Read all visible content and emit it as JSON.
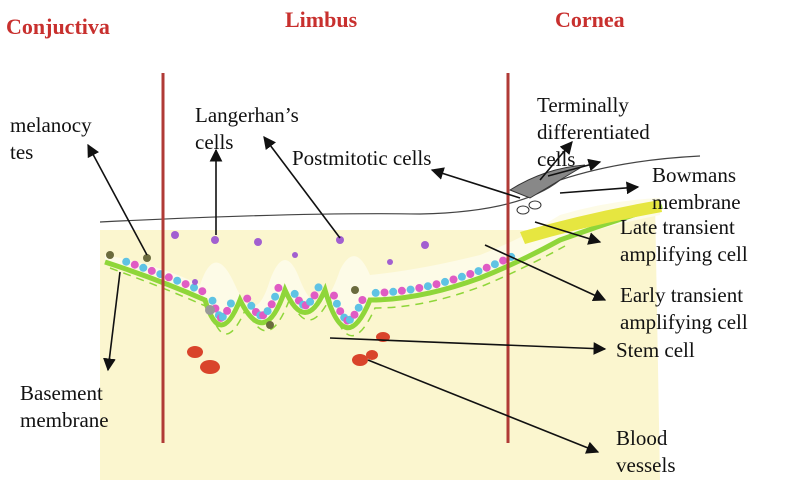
{
  "regions": {
    "conjunctiva": "Conjuctiva",
    "limbus": "Limbus",
    "cornea": "Cornea"
  },
  "labels": {
    "melanocytes": [
      "melanocy",
      "tes"
    ],
    "langerhans": [
      "Langerhan’s",
      "cells"
    ],
    "postmitotic": "Postmitotic cells",
    "terminally": [
      "Terminally",
      "differentiated",
      "cells"
    ],
    "bowmans": [
      "Bowmans",
      "membrane"
    ],
    "late_transient": [
      "Late transient",
      "amplifying cell"
    ],
    "early_transient": [
      "Early transient",
      "amplifying cell"
    ],
    "stem_cell": "Stem cell",
    "basement": [
      "Basement",
      "membrane"
    ],
    "blood_vessels": [
      "Blood",
      "vessels"
    ]
  },
  "colors": {
    "region_title": "#c8302e",
    "divider": "#b03a36",
    "stroma": "#fbf6cf",
    "basement_membrane": "#8fd63a",
    "bowmans_membrane": "#e6e640",
    "basal_cell_blue": "#5fc3e4",
    "basal_cell_magenta": "#e05cc4",
    "langerhans_cell": "#a25fd0",
    "melanocyte": "#6b6b3e",
    "blood_vessel": "#d9442b"
  }
}
